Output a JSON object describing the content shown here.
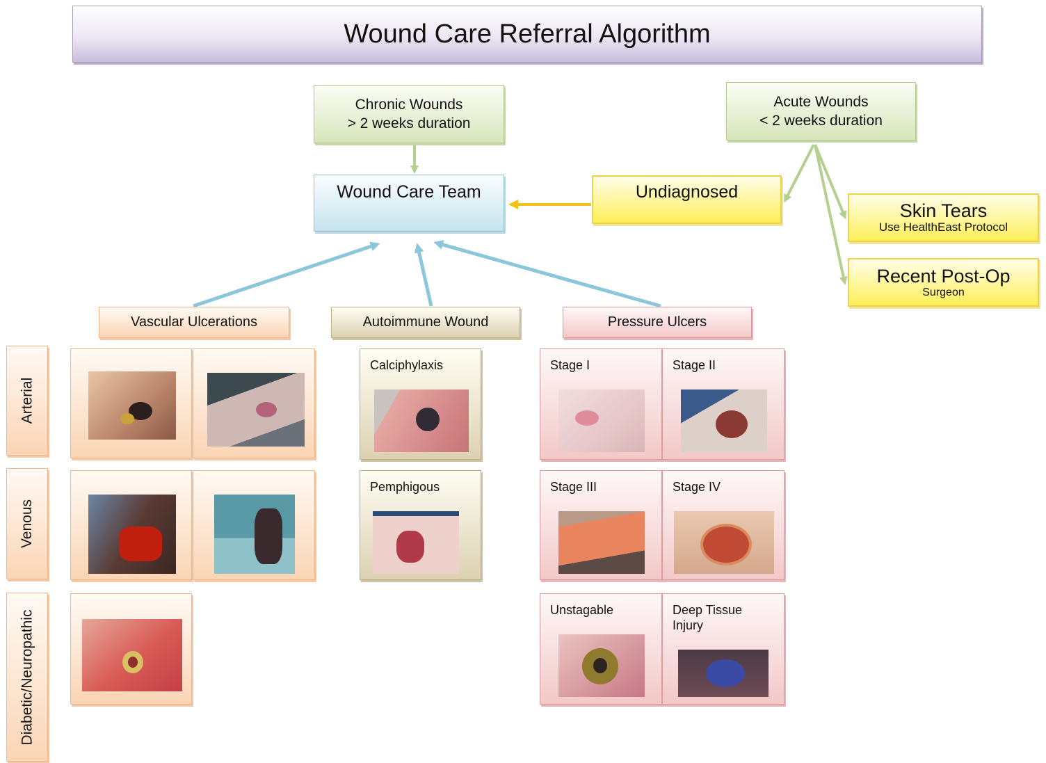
{
  "title": "Wound Care Referral Algorithm",
  "chronic": {
    "line1": "Chronic Wounds",
    "line2": "> 2 weeks duration"
  },
  "acute": {
    "line1": "Acute Wounds",
    "line2": "< 2 weeks duration"
  },
  "team": "Wound Care Team",
  "undiagnosed": "Undiagnosed",
  "skin_tears": {
    "title": "Skin Tears",
    "sub": "Use HealthEast Protocol"
  },
  "post_op": {
    "title": "Recent Post-Op",
    "sub": "Surgeon"
  },
  "categories": {
    "vascular": "Vascular Ulcerations",
    "autoimmune": "Autoimmune Wound",
    "pressure": "Pressure Ulcers"
  },
  "rows": {
    "arterial": "Arterial",
    "venous": "Venous",
    "diabetic": "Diabetic/Neuropathic"
  },
  "autoimmune_items": [
    "Calciphylaxis",
    "Pemphigous"
  ],
  "pressure_stages": [
    "Stage I",
    "Stage II",
    "Stage III",
    "Stage IV",
    "Unstagable",
    "Deep Tissue Injury"
  ],
  "colors": {
    "connector_green": "#b5cf8e",
    "connector_yellow": "#f2c315",
    "connector_blue": "#8cc6db"
  }
}
